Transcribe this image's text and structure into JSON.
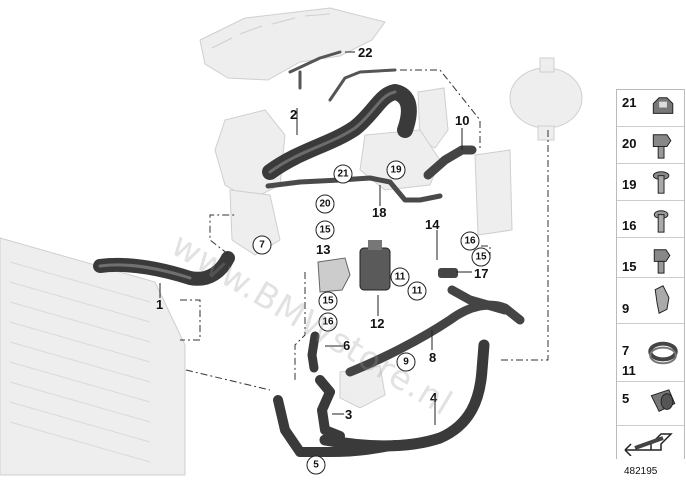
{
  "callouts": {
    "c1": "1",
    "c2": "2",
    "c3": "3",
    "c4": "4",
    "c6": "6",
    "c8": "8",
    "c10": "10",
    "c12": "12",
    "c13": "13",
    "c14": "14",
    "c17": "17",
    "c18": "18",
    "c22": "22"
  },
  "circled": {
    "k5": "5",
    "k7": "7",
    "k9": "9",
    "k11a": "11",
    "k11b": "11",
    "k15a": "15",
    "k15b": "15",
    "k15c": "15",
    "k16a": "16",
    "k16b": "16",
    "k19": "19",
    "k20": "20",
    "k21": "21"
  },
  "legend": {
    "r21": "21",
    "r20": "20",
    "r19": "19",
    "r16": "16",
    "r15": "15",
    "r9": "9",
    "r7": "7",
    "r11": "11",
    "r5": "5"
  },
  "diagram_id": "482195",
  "watermark": "www.BMWstore.nl",
  "colors": {
    "hose": "#3a3a3a",
    "hose_highlight": "#7a7a7a",
    "ghost": "#eeeeee"
  }
}
